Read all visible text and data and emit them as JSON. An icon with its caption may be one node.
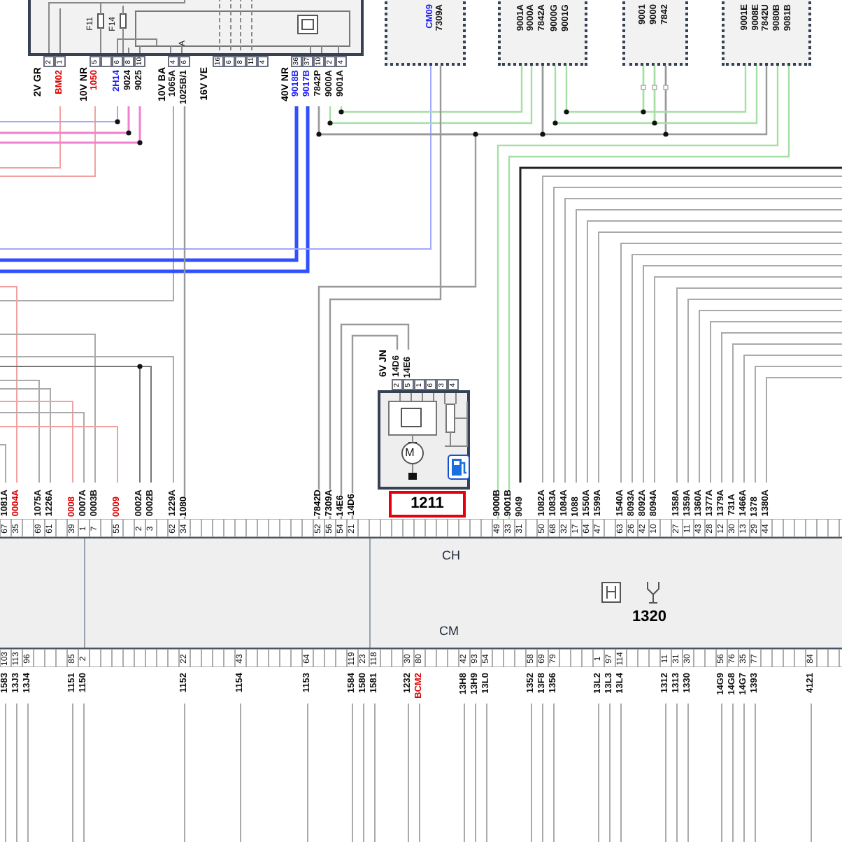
{
  "diagram": {
    "nodes": [
      {
        "text": [],
        "shape": "box"
      },
      {
        "text": [
          "2V GR",
          "2",
          "1"
        ]
      },
      {
        "text": [
          "10V NR",
          "5",
          "6",
          "8",
          "10"
        ]
      },
      {
        "text": [
          "10V BA",
          "4",
          "6"
        ]
      },
      {
        "text": [
          "16V VE",
          "16",
          "6",
          "8",
          "11",
          "4"
        ]
      },
      {
        "text": [
          "40V NR",
          "36",
          "37",
          "10",
          "2",
          "4"
        ]
      },
      {
        "text": [
          "CM09",
          "7309A"
        ]
      },
      {
        "text": [
          "9001A",
          "9000A",
          "7842A",
          "9000G",
          "9001G"
        ]
      },
      {
        "text": [
          "9001",
          "9000",
          "7842"
        ]
      },
      {
        "text": [
          "9001E",
          "9008E",
          "7842U",
          "9080B",
          "9081B"
        ]
      },
      {
        "text": [
          "6V JN",
          "2",
          "5",
          "1",
          "6",
          "3",
          "4"
        ]
      },
      {
        "text": [],
        "shape": "box"
      },
      {
        "text": [
          "1211"
        ]
      },
      {
        "text": [
          "CH",
          "1320",
          "CM"
        ]
      }
    ],
    "edges": [
      {
        "from": 5,
        "to": 7,
        "arrow": "none",
        "color": "#999999"
      },
      {
        "from": 7,
        "to": 8,
        "arrow": "none",
        "color": "#999999"
      },
      {
        "from": 8,
        "to": 9,
        "arrow": "none",
        "color": "#999999"
      },
      {
        "from": 5,
        "to": 7,
        "arrow": "none"
      },
      {
        "from": 5,
        "to": 7,
        "arrow": "none"
      },
      {
        "from": 7,
        "to": 8,
        "arrow": "none"
      },
      {
        "from": 8,
        "to": 9,
        "arrow": "none"
      },
      {
        "from": 7,
        "to": 8,
        "arrow": "none"
      },
      {
        "from": 8,
        "to": 9,
        "arrow": "none"
      },
      {
        "from": 9,
        "to": 13,
        "arrow": "none",
        "label": "9000B"
      },
      {
        "from": 9,
        "to": 13,
        "arrow": "none",
        "label": "9001B"
      },
      {
        "from": 6,
        "to": 13,
        "arrow": "none",
        "color": "#999999",
        "label": "7309A"
      },
      {
        "from": 10,
        "to": 13,
        "arrow": "none",
        "color": "#999999",
        "label": "14E6"
      },
      {
        "from": 10,
        "to": 13,
        "arrow": "none",
        "color": "#999999",
        "label": "14D6"
      },
      {
        "from": 3,
        "to": 13,
        "arrow": "none",
        "color": "#999999",
        "label": "1080"
      },
      {
        "from": 5,
        "to": 13,
        "arrow": "none",
        "color": "#999999",
        "label": "7842D"
      }
    ],
    "labels": [
      "F11",
      "F14",
      "A",
      "BM02",
      "1050",
      "2H14",
      "9024",
      "9025",
      "1065A",
      "1025B/1",
      "9018B",
      "9017B",
      "7842P",
      "9000A",
      "9001A",
      "14D6",
      "14E6",
      "M",
      "1081A",
      "0004A",
      "1075A",
      "1226A",
      "0008",
      "0007A",
      "0003B",
      "0009",
      "0002A",
      "0002B",
      "1229A",
      "9049",
      "1082A",
      "1083A",
      "1084A",
      "1088",
      "1550A",
      "1599A",
      "1540A",
      "8093A",
      "8092A",
      "8094A",
      "1358A",
      "1359A",
      "1360A",
      "1377A",
      "1379A",
      "731A",
      "1466A",
      "1378",
      "1380A",
      "67",
      "35",
      "69",
      "61",
      "39",
      "1",
      "7",
      "55",
      "2",
      "3",
      "62",
      "34",
      "52",
      "56",
      "54",
      "21",
      "49",
      "33",
      "31",
      "50",
      "68",
      "32",
      "17",
      "64",
      "47",
      "63",
      "26",
      "42",
      "10",
      "27",
      "11",
      "43",
      "28",
      "12",
      "30",
      "13",
      "29",
      "44",
      "103",
      "113",
      "96",
      "85",
      "2",
      "22",
      "43",
      "64",
      "119",
      "23",
      "118",
      "30",
      "80",
      "42",
      "93",
      "54",
      "58",
      "69",
      "79",
      "1",
      "97",
      "114",
      "11",
      "31",
      "30",
      "56",
      "76",
      "35",
      "77",
      "84",
      "1583",
      "13J3",
      "13J4",
      "1151",
      "1150",
      "1152",
      "1154",
      "1153",
      "1584",
      "1580",
      "1581",
      "1232",
      "BCM2",
      "13H8",
      "13H9",
      "13L0",
      "1352",
      "13F8",
      "1356",
      "13L2",
      "13L3",
      "13L4",
      "1312",
      "1313",
      "1330",
      "14G9",
      "14G8",
      "14G7",
      "1393",
      "4121"
    ]
  }
}
